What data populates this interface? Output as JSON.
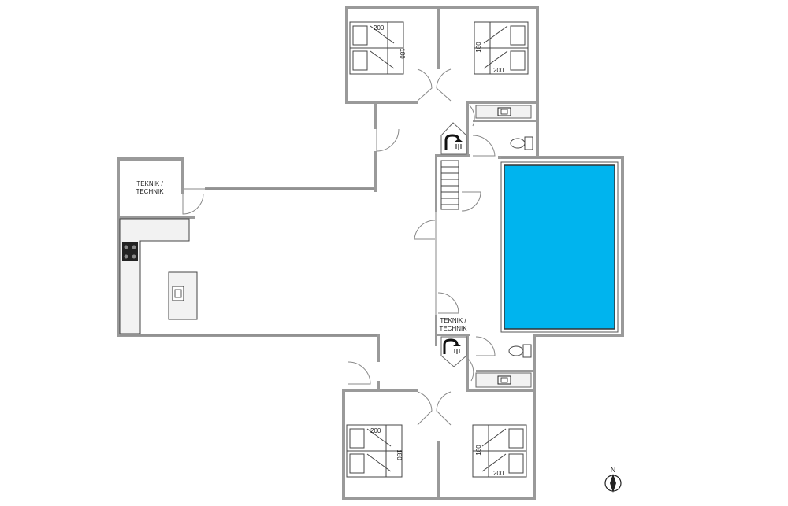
{
  "rooms": {
    "technik_labels": [
      "TEKNIK /",
      "TECHNIK"
    ],
    "bed_length": "200",
    "bed_width": "180"
  },
  "compass": {
    "label": "N"
  },
  "colors": {
    "pool": "#00b4ee",
    "wall": "#9a9a9a",
    "counter": "#f2f2f2"
  },
  "icons": [
    "shower-icon",
    "toilet-icon",
    "sink-icon",
    "stove-icon",
    "compass-icon",
    "bed-icon"
  ]
}
